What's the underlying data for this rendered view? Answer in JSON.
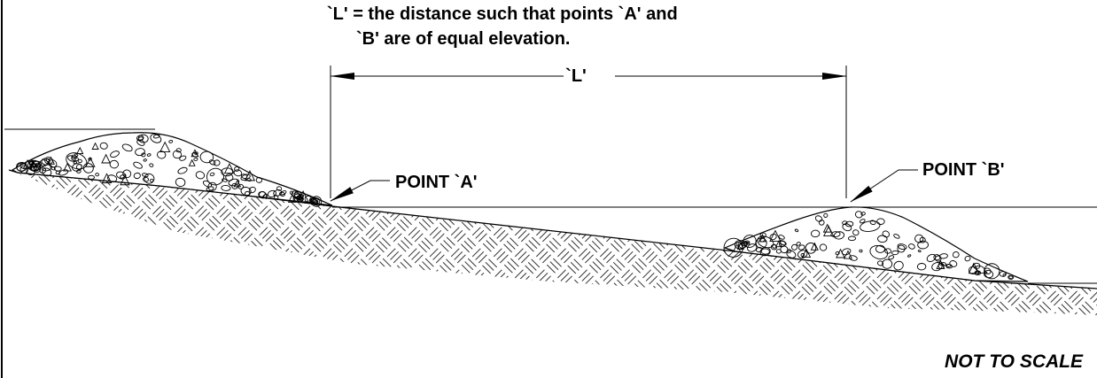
{
  "note": {
    "line1": "`L' = the distance such that points `A' and",
    "line2": "`B' are of equal elevation."
  },
  "dimension": {
    "label": "`L'"
  },
  "points": {
    "a": "POINT `A'",
    "b": "POINT `B'"
  },
  "scale_note": "NOT TO SCALE",
  "colors": {
    "line": "#000000",
    "background": "#ffffff"
  }
}
